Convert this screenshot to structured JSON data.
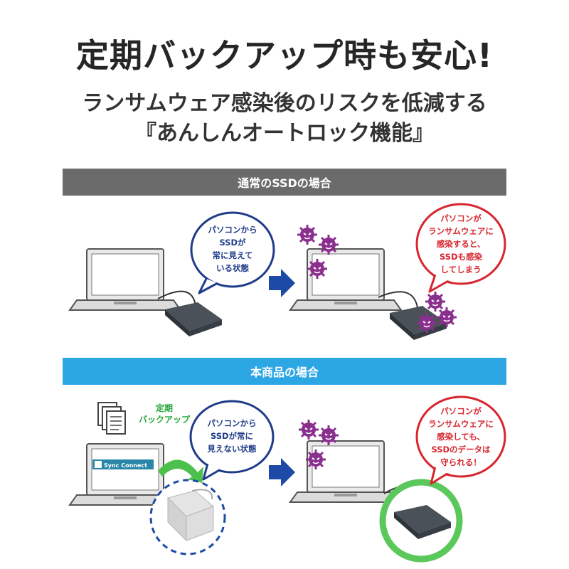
{
  "header": {
    "title": "定期バックアップ時も安心!",
    "subtitle_line1": "ランサムウェア感染後のリスクを低減する",
    "subtitle_line2": "『あんしんオートロック機能』"
  },
  "section_normal": {
    "band_label": "通常のSSDの場合",
    "left_bubble": "パソコンから\nSSDが\n常に見えて\nいる状態",
    "right_bubble": "パソコンが\nランサムウェアに\n感染すると、\nSSDも感染\nしてしまう"
  },
  "section_product": {
    "band_label": "本商品の場合",
    "backup_label": "定期\nバックアップ",
    "app_label": "Sync Connect",
    "left_bubble": "パソコンから\nSSDが常に\n見えない状態",
    "right_bubble": "パソコンが\nランサムウェアに\n感染しても、\nSSDのデータは\n守られる！"
  },
  "colors": {
    "band_gray": "#6b6b6b",
    "band_blue": "#2da6e4",
    "bubble_blue": "#1f3c8a",
    "bubble_red": "#d7262f",
    "virus_purple": "#8b2f8f",
    "ring_green": "#5ac85a",
    "arrow_green": "#4cc04c",
    "arrow_navy": "#1c4aa6"
  }
}
